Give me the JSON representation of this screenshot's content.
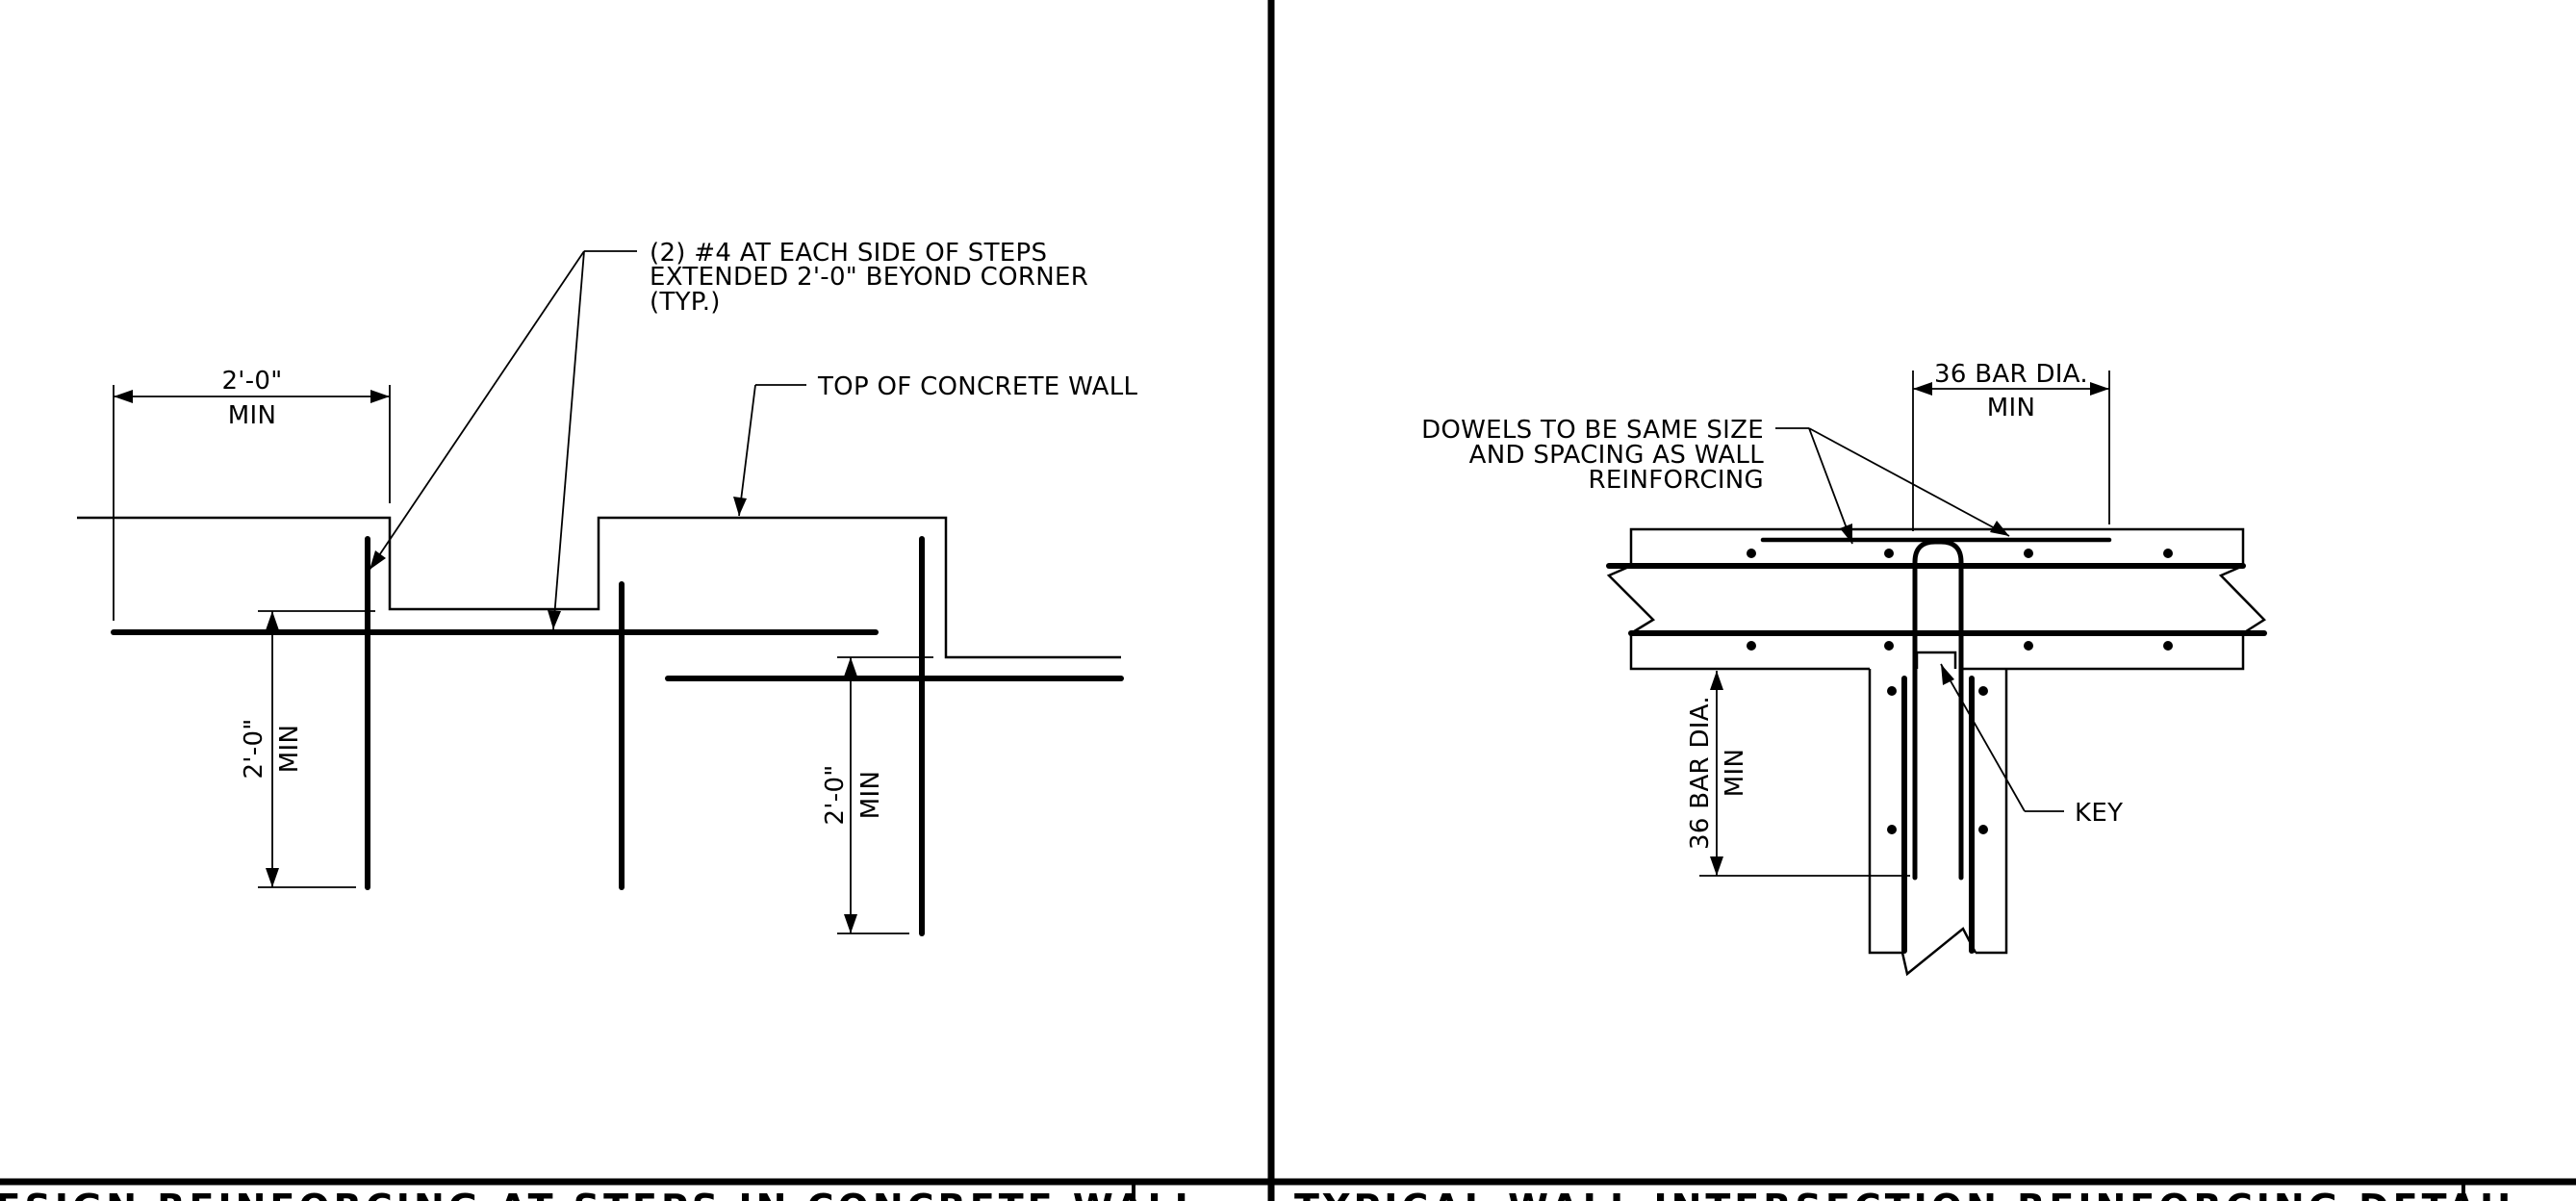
{
  "left_detail": {
    "callout_bars": [
      "(2) #4 AT EACH SIDE OF STEPS",
      "EXTENDED 2'-0\" BEYOND CORNER",
      "(TYP.)"
    ],
    "callout_top": "TOP OF CONCRETE WALL",
    "dim_horizontal": "2'-0\"",
    "dim_horizontal_sub": "MIN",
    "dim_vertical_left": "2'-0\"",
    "dim_vertical_left_sub": "MIN",
    "dim_vertical_right": "2'-0\"",
    "dim_vertical_right_sub": "MIN",
    "title": "DESIGN REINFORCING AT STEPS IN CONCRETE WALL"
  },
  "right_detail": {
    "dim_top": "36 BAR DIA.",
    "dim_top_sub": "MIN",
    "callout_dowels": [
      "DOWELS TO BE SAME SIZE",
      "AND SPACING AS WALL",
      "REINFORCING"
    ],
    "callout_key": "KEY",
    "dim_vertical": "36 BAR DIA.",
    "dim_vertical_sub": "MIN",
    "title": "TYPICAL WALL INTERSECTION REINFORCING DETAIL"
  }
}
